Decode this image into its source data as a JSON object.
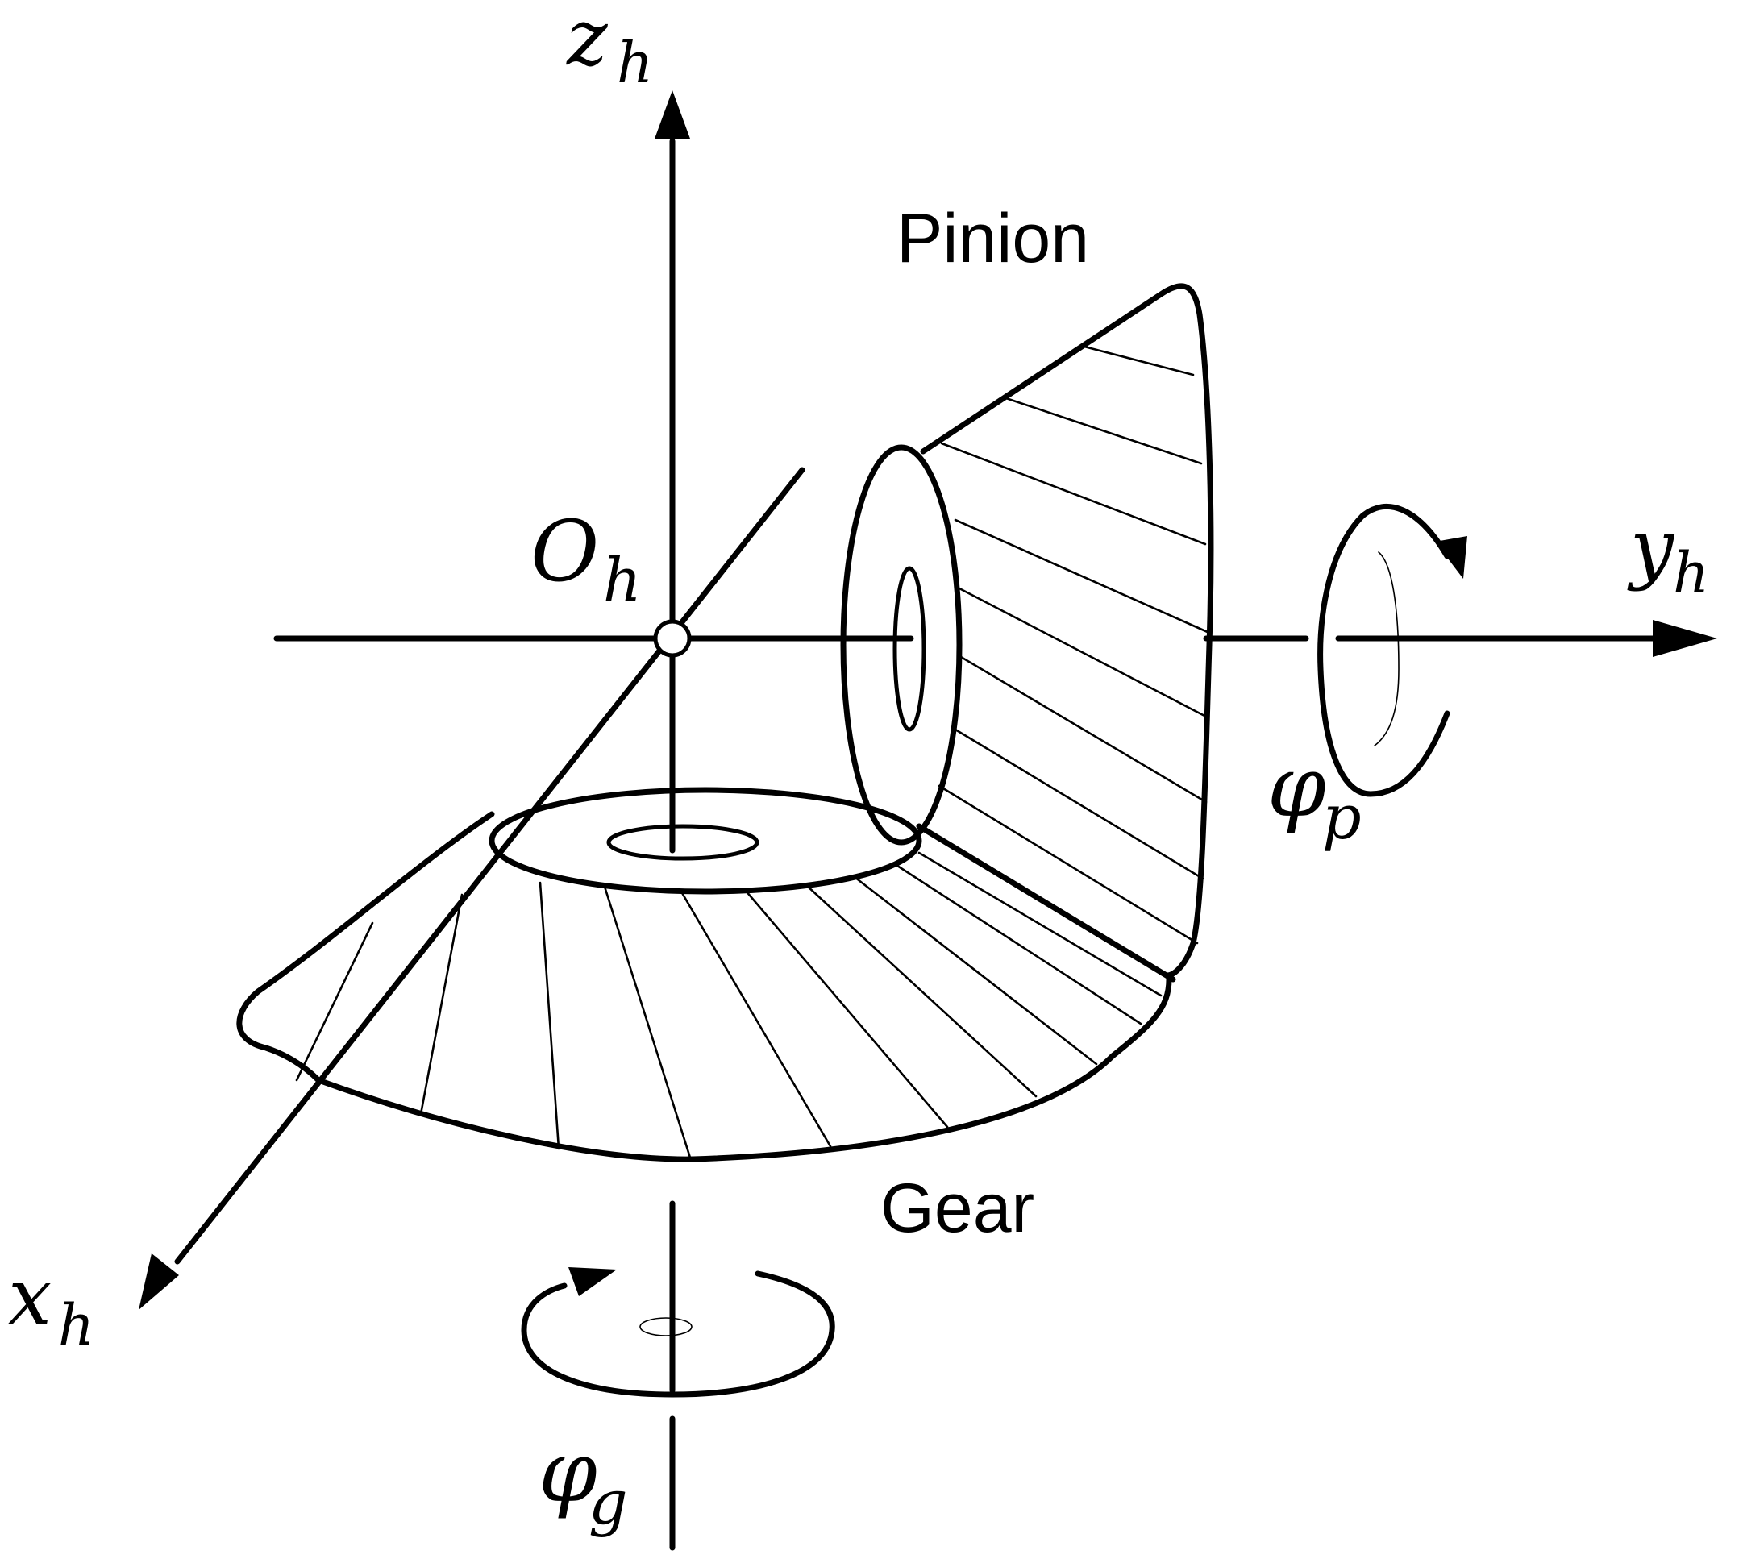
{
  "labels": {
    "z_axis": "z",
    "z_axis_sub": "h",
    "y_axis": "y",
    "y_axis_sub": "h",
    "x_axis": "x",
    "x_axis_sub": "h",
    "origin": "O",
    "origin_sub": "h",
    "pinion": "Pinion",
    "gear": "Gear",
    "phi_p": "φ",
    "phi_p_sub": "p",
    "phi_g": "φ",
    "phi_g_sub": "g"
  }
}
